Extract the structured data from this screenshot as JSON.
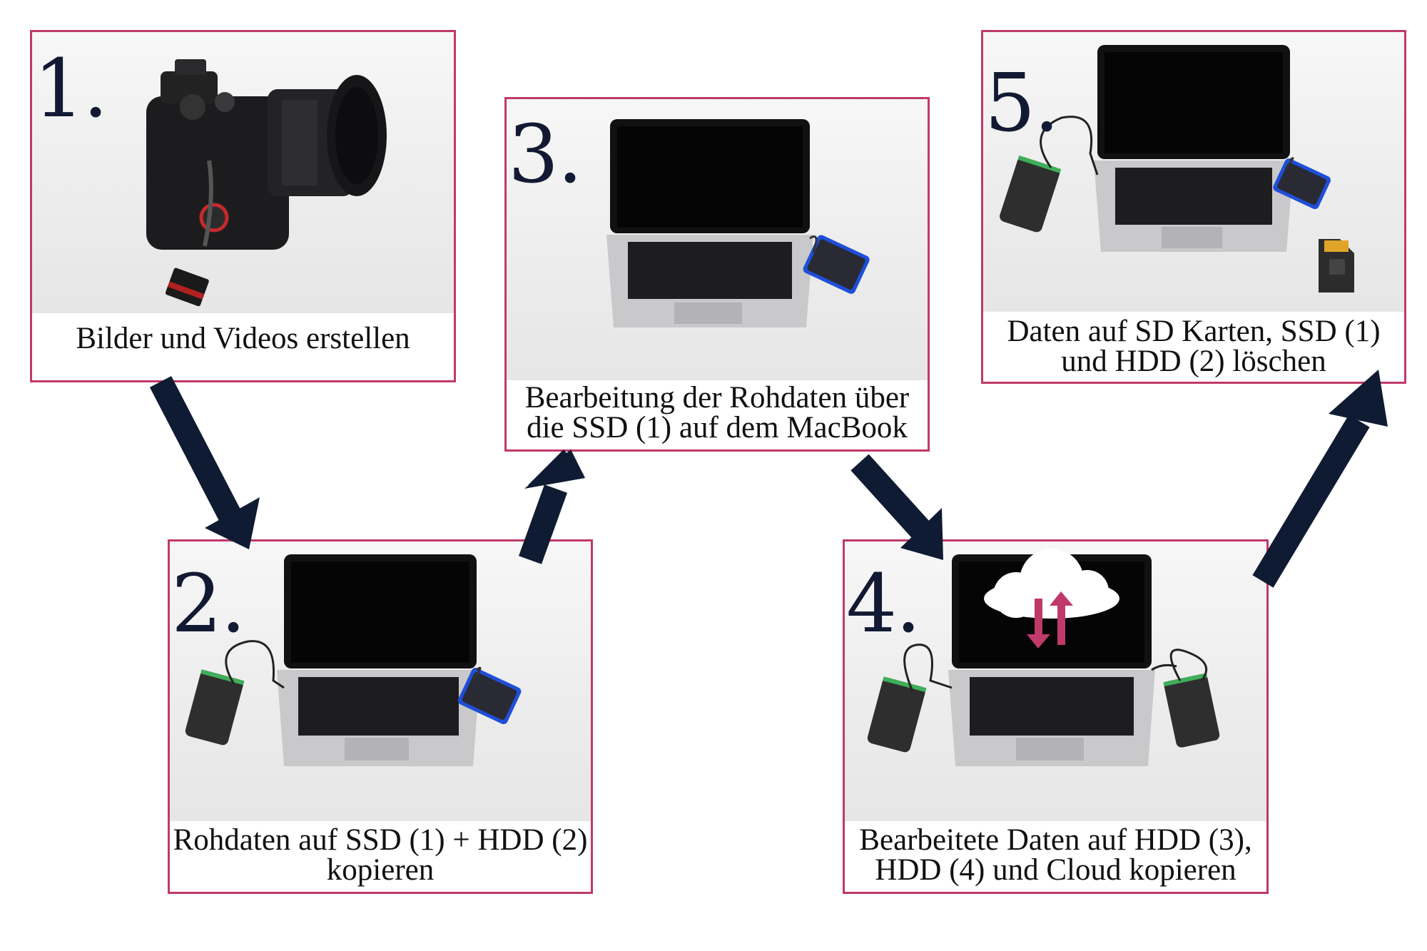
{
  "colors": {
    "border": "#c0396b",
    "arrow": "#0f1b33",
    "number": "#121a33",
    "accent": "#c0396b"
  },
  "steps": [
    {
      "number": "1.",
      "caption": [
        "Bilder und Videos erstellen"
      ],
      "image": "camera-with-sd-card"
    },
    {
      "number": "2.",
      "caption": [
        "Rohdaten auf SSD (1) + HDD (2)",
        "kopieren"
      ],
      "image": "laptop-with-hdd-and-ssd"
    },
    {
      "number": "3.",
      "caption": [
        "Bearbeitung der Rohdaten über",
        "die SSD (1) auf dem MacBook"
      ],
      "image": "laptop-with-ssd"
    },
    {
      "number": "4.",
      "caption": [
        "Bearbeitete Daten auf HDD (3),",
        "HDD (4) und Cloud kopieren"
      ],
      "image": "laptop-with-two-hdds-and-cloud"
    },
    {
      "number": "5.",
      "caption": [
        "Daten auf SD Karten, SSD (1)",
        "und HDD (2) löschen"
      ],
      "image": "laptop-with-hdd-ssd-and-sd-card"
    }
  ],
  "flow": [
    "1",
    "2",
    "3",
    "4",
    "5"
  ]
}
